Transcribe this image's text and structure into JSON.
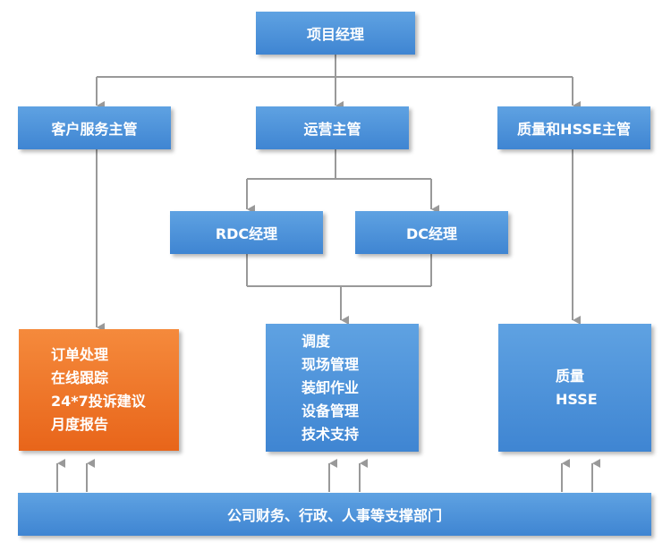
{
  "nodes": {
    "project_manager": "项目经理",
    "customer_service": "客户服务主管",
    "operations": "运营主管",
    "quality_hsse": "质量和HSSE主管",
    "rdc_manager": "RDC经理",
    "dc_manager": "DC经理",
    "support_depts": "公司财务、行政、人事等支撑部门"
  },
  "customer_tasks": [
    "订单处理",
    "在线跟踪",
    "24*7投诉建议",
    "月度报告"
  ],
  "operations_tasks": [
    "调度",
    "现场管理",
    "装卸作业",
    "设备管理",
    "技术支持"
  ],
  "quality_tasks": [
    "质量",
    "HSSE"
  ],
  "colors": {
    "box_blue": "#4a90d9",
    "box_orange": "#ee7122",
    "line_gray": "#999999"
  }
}
